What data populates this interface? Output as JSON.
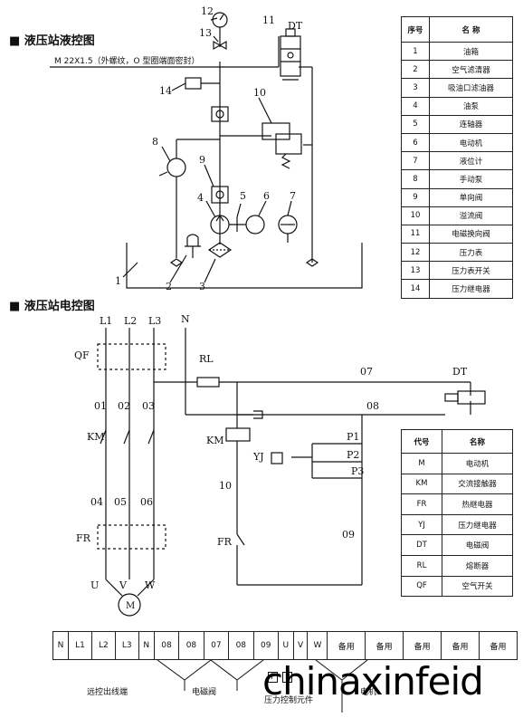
{
  "hydraulic": {
    "title": "■ 液压站液控图",
    "thread_note": "M 22X1.5（外螺纹，O 型圈端面密封）",
    "callouts": [
      "1",
      "2",
      "3",
      "4",
      "5",
      "6",
      "7",
      "8",
      "9",
      "10",
      "11",
      "12",
      "13",
      "14"
    ],
    "dt_label": "DT",
    "table": {
      "headers": [
        "序号",
        "名  称"
      ],
      "rows": [
        [
          "1",
          "油箱"
        ],
        [
          "2",
          "空气滤清器"
        ],
        [
          "3",
          "吸油口滤油器"
        ],
        [
          "4",
          "油泵"
        ],
        [
          "5",
          "连轴器"
        ],
        [
          "6",
          "电动机"
        ],
        [
          "7",
          "液位计"
        ],
        [
          "8",
          "手动泵"
        ],
        [
          "9",
          "单向阀"
        ],
        [
          "10",
          "溢流阀"
        ],
        [
          "11",
          "电磁换向阀"
        ],
        [
          "12",
          "压力表"
        ],
        [
          "13",
          "压力表开关"
        ],
        [
          "14",
          "压力继电器"
        ]
      ]
    }
  },
  "electric": {
    "title": "■ 液压站电控图",
    "phase_labels": [
      "L1",
      "L2",
      "L3",
      "N"
    ],
    "labels": {
      "qf": "QF",
      "km": "KM",
      "fr": "FR",
      "rl": "RL",
      "yj": "YJ",
      "dt": "DT",
      "w01": "01",
      "w02": "02",
      "w03": "03",
      "w04": "04",
      "w05": "05",
      "w06": "06",
      "w07": "07",
      "w08": "08",
      "w09": "09",
      "w10": "10",
      "p1": "P1",
      "p2": "P2",
      "p3": "P3",
      "u": "U",
      "v": "V",
      "w": "W",
      "m": "M"
    },
    "table": {
      "headers": [
        "代号",
        "名称"
      ],
      "rows": [
        [
          "M",
          "电动机"
        ],
        [
          "KM",
          "交流接触器"
        ],
        [
          "FR",
          "热继电器"
        ],
        [
          "YJ",
          "压力继电器"
        ],
        [
          "DT",
          "电磁阀"
        ],
        [
          "RL",
          "熔断器"
        ],
        [
          "QF",
          "空气开关"
        ]
      ]
    }
  },
  "terminal": {
    "cells": [
      "N",
      "L1",
      "L2",
      "L3",
      "N",
      "08",
      "08",
      "07",
      "08",
      "09",
      "U",
      "V",
      "W",
      "备用",
      "备用",
      "备用",
      "备用",
      "备用"
    ],
    "captions": {
      "remote": "远控出线端",
      "solenoid": "电磁阀",
      "pressure": "压力控制元件",
      "motor": "电机"
    },
    "pressure_sub": [
      "P",
      "P"
    ]
  },
  "watermark": "chinaxinfeid"
}
